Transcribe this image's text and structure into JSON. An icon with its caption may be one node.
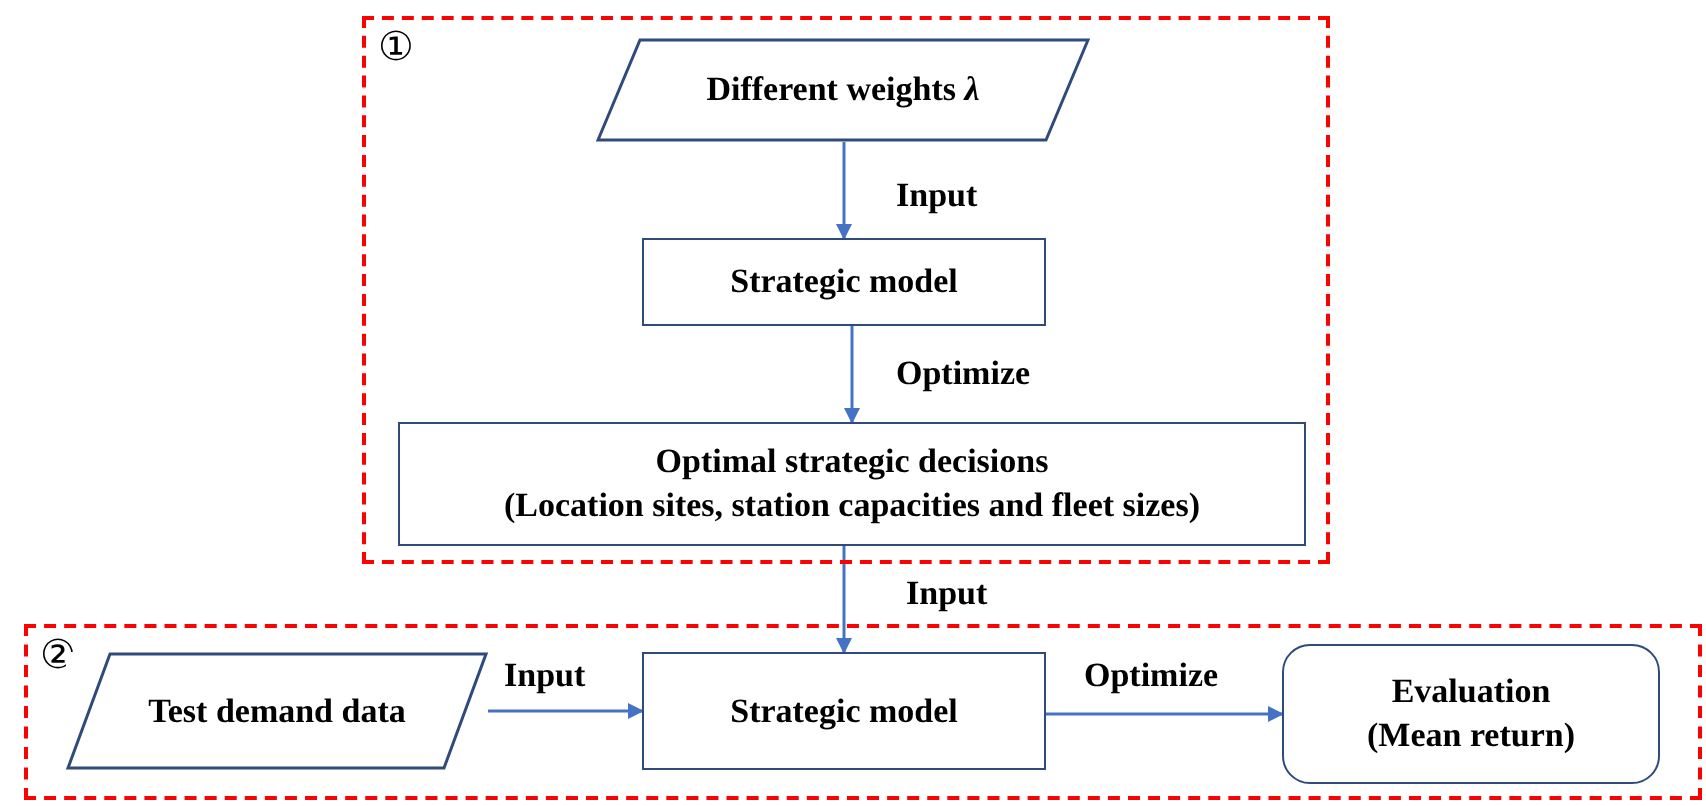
{
  "diagram": {
    "nodes": [
      {
        "text": [
          "①"
        ]
      },
      {
        "text": [
          "Different weights *λ*"
        ],
        "in": 0
      },
      {
        "text": [
          "Strategic model"
        ],
        "in": 0
      },
      {
        "text": [
          "Optimal strategic decisions",
          "(Location sites, station capacities and fleet sizes)"
        ],
        "in": 0
      },
      {
        "text": [
          "②"
        ]
      },
      {
        "text": [
          "Test demand data"
        ],
        "in": 4
      },
      {
        "text": [
          "Strategic model"
        ],
        "in": 4
      },
      {
        "text": [
          "Evaluation (Mean return)"
        ],
        "in": 4
      }
    ],
    "edges": [
      {
        "from": 1,
        "to": 2,
        "arrow": "to",
        "label": "Input"
      },
      {
        "from": 2,
        "to": 3,
        "arrow": "to",
        "label": "Optimize"
      },
      {
        "from": 3,
        "to": 6,
        "arrow": "to",
        "label": "Input"
      },
      {
        "from": 5,
        "to": 6,
        "arrow": "to",
        "label": "Input"
      },
      {
        "from": 6,
        "to": 7,
        "arrow": "to",
        "label": "Optimize"
      }
    ]
  }
}
